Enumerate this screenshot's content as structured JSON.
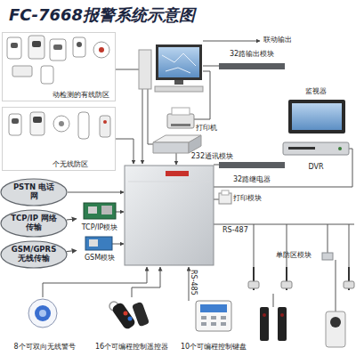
{
  "diagram": {
    "title": "FC-7668报警系统示意图",
    "nodes": [
      {
        "text": [
          "动检测的有线防区"
        ]
      },
      {
        "text": [
          "个无线防区"
        ]
      },
      {
        "text": [
          "PSTN 电话网"
        ]
      },
      {
        "text": [
          "TCP/IP 网络传输"
        ]
      },
      {
        "text": [
          "GSM/GPRS 无线传输"
        ]
      },
      {
        "text": [
          "TCP/IP模块"
        ]
      },
      {
        "text": [
          "GSM模块"
        ]
      },
      {
        "text": [
          "32路输出模块"
        ]
      },
      {
        "text": [
          "打印机"
        ]
      },
      {
        "text": [
          "232通讯模块"
        ]
      },
      {
        "text": [
          "监视器"
        ]
      },
      {
        "text": [
          "DVR"
        ]
      },
      {
        "text": [
          "32路继电器"
        ]
      },
      {
        "text": [
          "打印模块"
        ]
      },
      {
        "text": [
          "单防区模块"
        ]
      },
      {
        "text": [
          "8个可双向无线警号"
        ]
      },
      {
        "text": [
          "16个可编程控制遥控器"
        ]
      },
      {
        "text": [
          "10个可编程控制键盘"
        ]
      }
    ],
    "edges": [
      {
        "from": 3,
        "to": 5,
        "arrow": "to"
      },
      {
        "from": 4,
        "to": 6,
        "arrow": "to"
      }
    ],
    "labels": [
      "联动输出",
      "RS-487",
      "RS-485"
    ]
  }
}
